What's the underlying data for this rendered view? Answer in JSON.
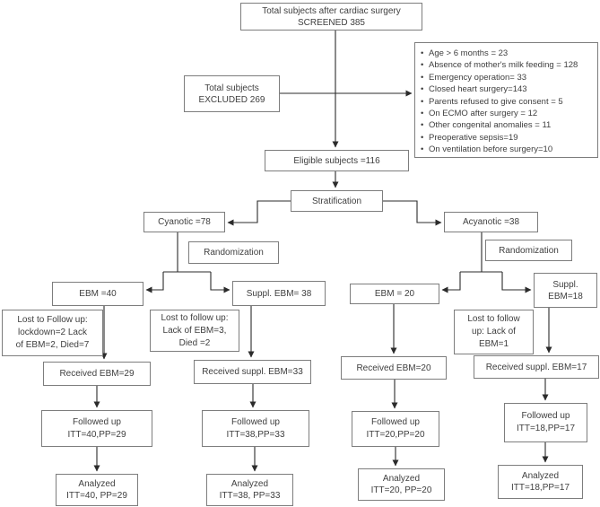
{
  "figure": {
    "type": "consort-flow-diagram",
    "colors": {
      "background": "#ffffff",
      "box_border": "#7d7d7d",
      "line": "#2b2b2b",
      "text": "#3e3e3e"
    },
    "boxes": {
      "screened": "Total subjects after cardiac surgery\nSCREENED 385",
      "excluded": "Total subjects\nEXCLUDED 269",
      "eligible": "Eligible subjects =116",
      "stratification": "Stratification",
      "cyanotic": "Cyanotic =78",
      "acyanotic": "Acyanotic =38",
      "randomization_cyanotic": "Randomization",
      "randomization_acyanotic": "Randomization",
      "ebm_cyanotic": "EBM =40",
      "suppl_ebm_cyanotic": "Suppl. EBM= 38",
      "ebm_acyanotic": "EBM = 20",
      "suppl_ebm_acyanotic": "Suppl.\nEBM=18",
      "lost_ebm_cyanotic": "Lost to Follow up:\nlockdown=2 Lack\nof EBM=2, Died=7",
      "lost_suppl_cyanotic": "Lost to follow up:\nLack of EBM=3,\nDied =2",
      "lost_suppl_acyanotic": "Lost to follow\nup: Lack of\nEBM=1",
      "received_ebm_cyanotic": "Received EBM=29",
      "received_suppl_cyanotic": "Received suppl. EBM=33",
      "received_ebm_acyanotic": "Received EBM=20",
      "received_suppl_acyanotic": "Received suppl. EBM=17",
      "followed_ebm_cyanotic": "Followed up\nITT=40,PP=29",
      "followed_suppl_cyanotic": "Followed up\nITT=38,PP=33",
      "followed_ebm_acyanotic": "Followed up\nITT=20,PP=20",
      "followed_suppl_acyanotic": "Followed up\nITT=18,PP=17",
      "analyzed_ebm_cyanotic": "Analyzed\nITT=40, PP=29",
      "analyzed_suppl_cyanotic": "Analyzed\nITT=38, PP=33",
      "analyzed_ebm_acyanotic": "Analyzed\nITT=20, PP=20",
      "analyzed_suppl_acyanotic": "Analyzed\nITT=18,PP=17"
    },
    "exclusion_reasons": [
      "Age > 6 months = 23",
      "Absence of mother's milk feeding = 128",
      "Emergency operation= 33",
      "Closed heart surgery=143",
      "Parents refused to give consent = 5",
      "On ECMO after surgery = 12",
      "Other congenital anomalies = 11",
      "Preoperative sepsis=19",
      "On ventilation before surgery=10"
    ]
  }
}
